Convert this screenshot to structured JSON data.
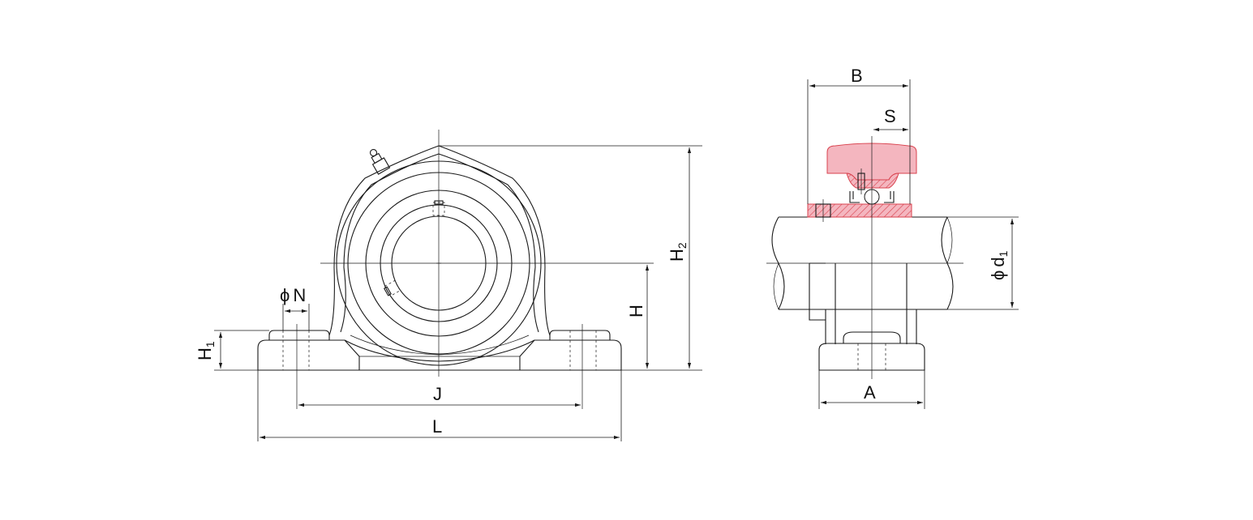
{
  "colors": {
    "line": "#1a1a1a",
    "housing_fill": "#f4b6bf",
    "housing_stroke": "#d9434f",
    "hatch": "#d9434f",
    "background": "#ffffff"
  },
  "labels": {
    "B": "B",
    "S": "S",
    "H2_main": "H",
    "H2_sub": "2",
    "H": "H",
    "H1_main": "H",
    "H1_sub": "1",
    "phiN_phi": "ϕ",
    "phiN_letter": "N",
    "J": "J",
    "L": "L",
    "A": "A",
    "d1_phi": "ϕ",
    "d1_main": "d",
    "d1_sub": "1"
  }
}
